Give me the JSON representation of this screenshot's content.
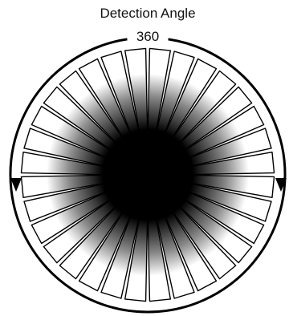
{
  "diagram": {
    "title": "Detection Angle",
    "angle_label": "360",
    "beam_count": 32,
    "colors": {
      "stroke": "#000000",
      "background": "#ffffff",
      "beam_dark": "#000000",
      "beam_light": "#ffffff"
    },
    "icons": [
      "arrow-left-down-icon",
      "arrow-right-down-icon"
    ]
  }
}
